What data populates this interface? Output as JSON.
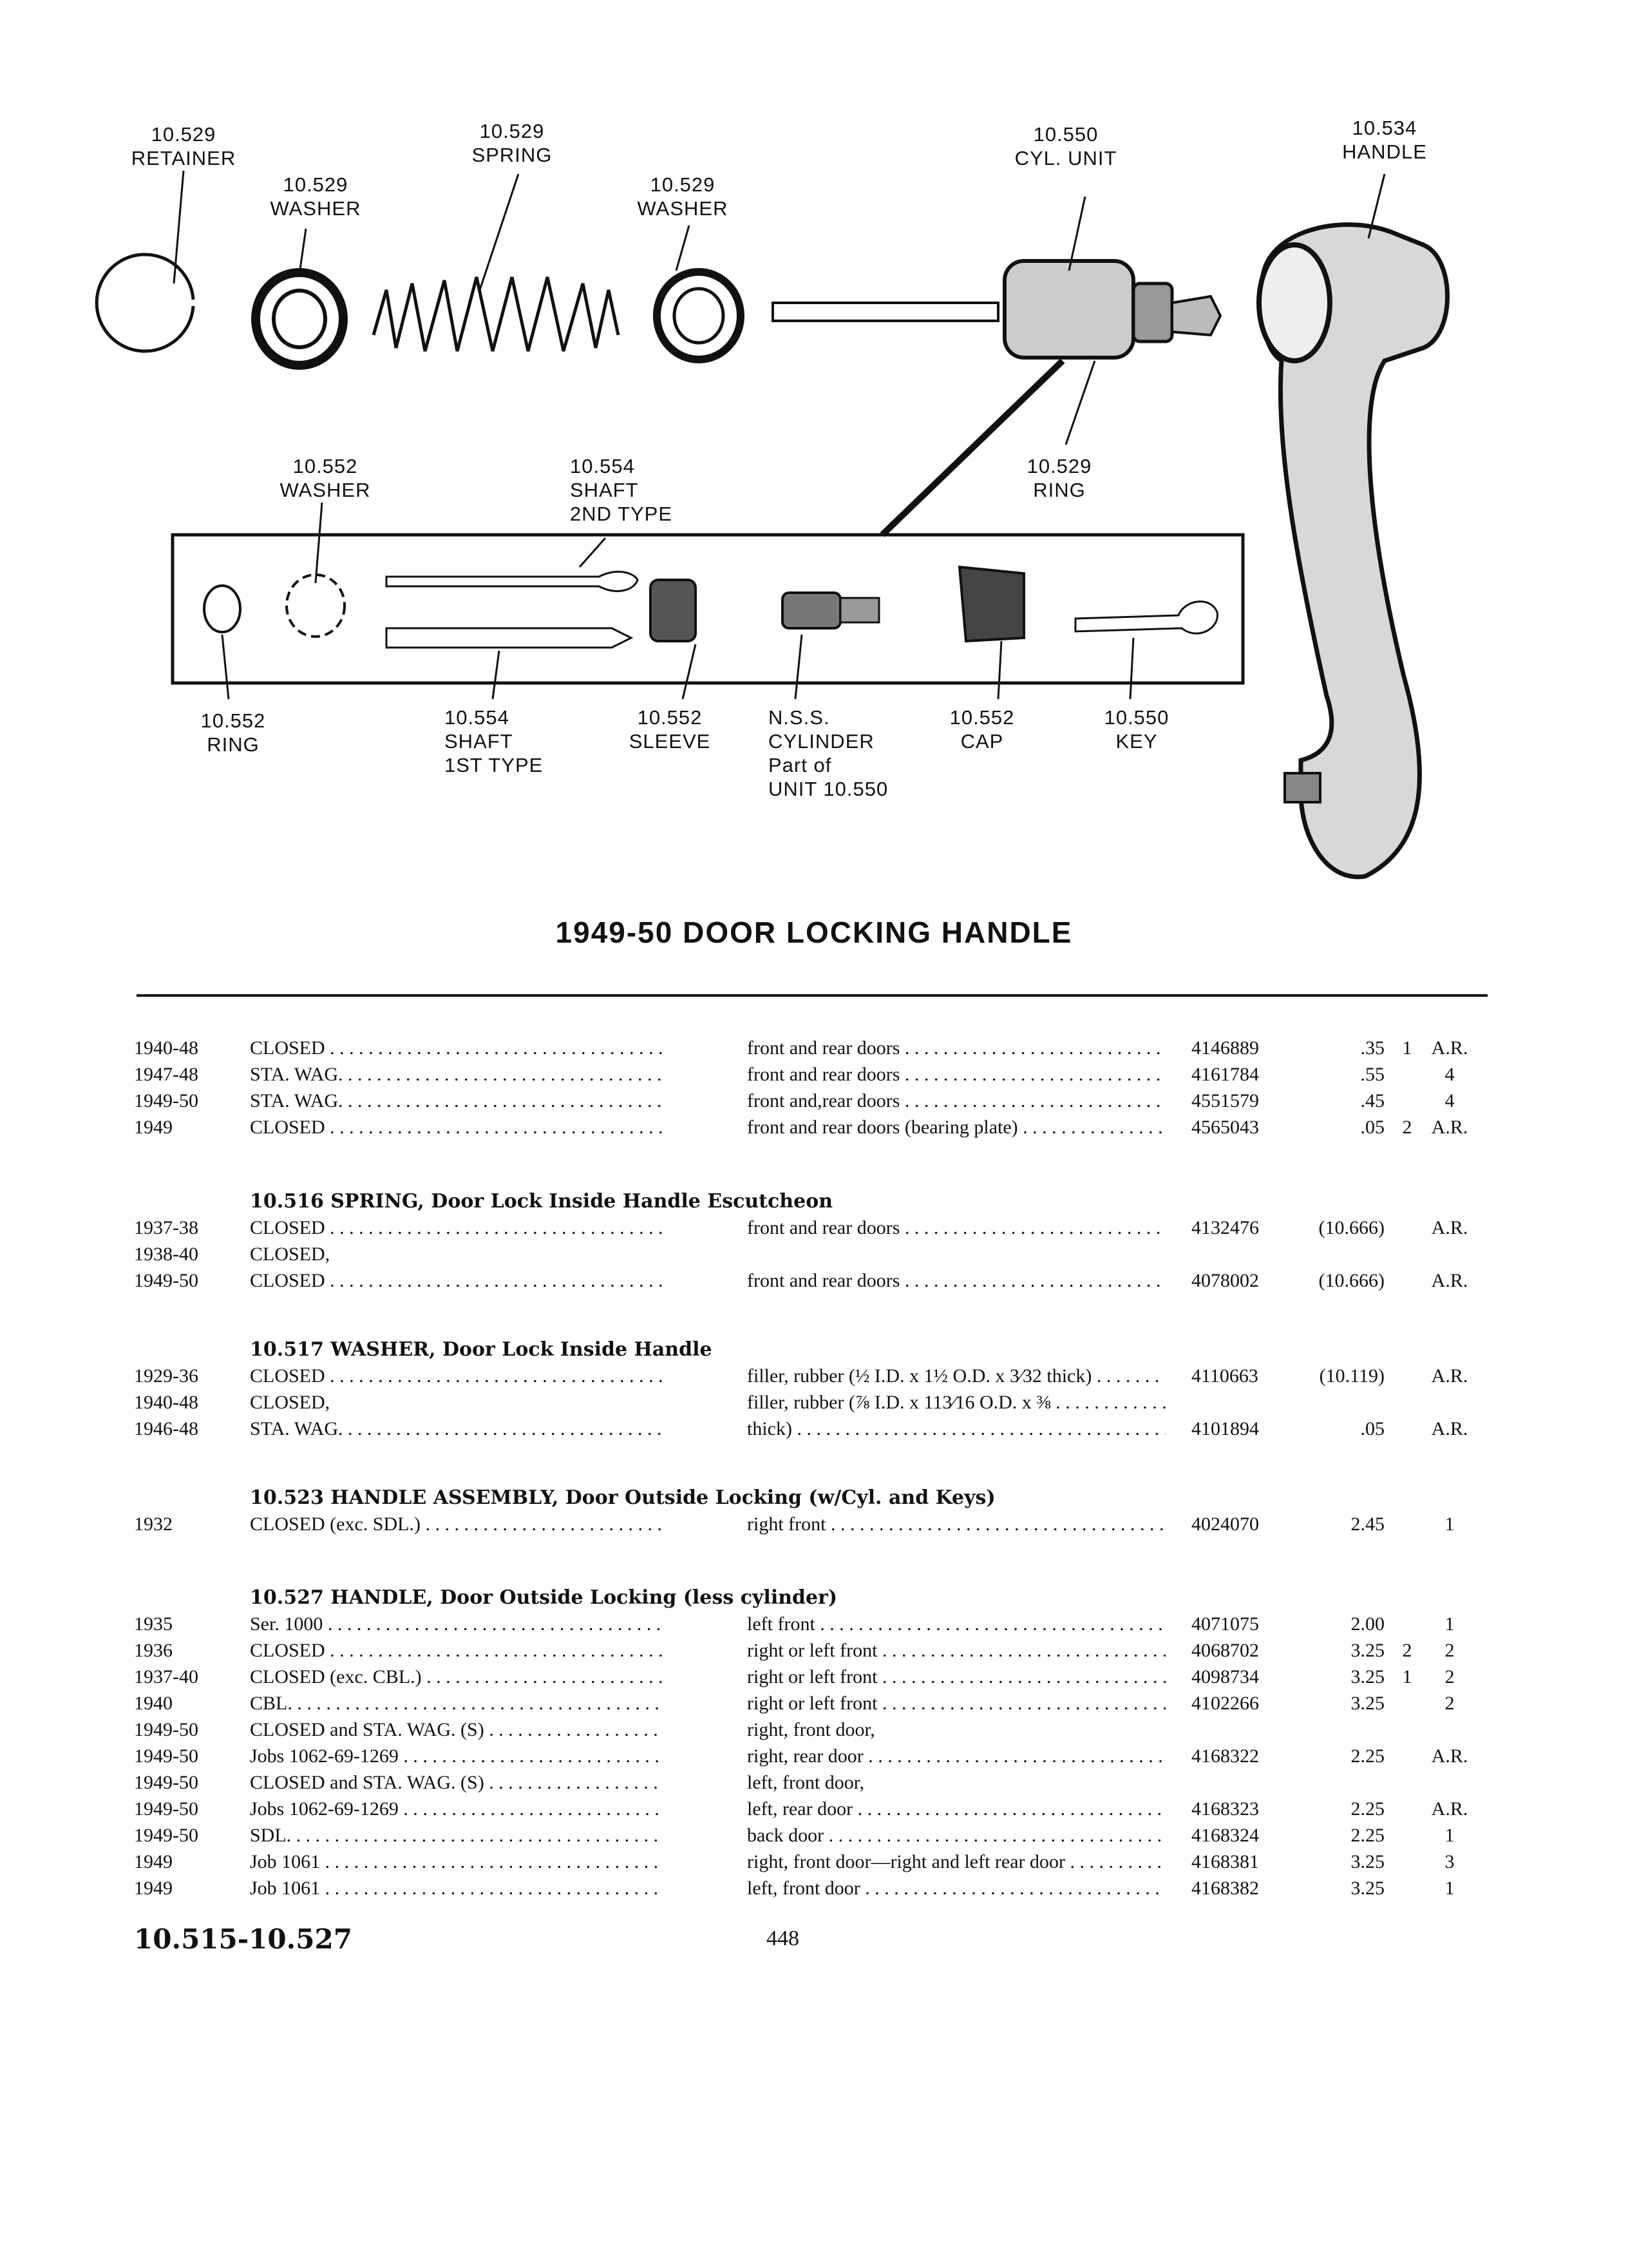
{
  "diagram": {
    "title": "1949-50 DOOR LOCKING HANDLE",
    "labels": [
      {
        "id": "retainer",
        "text": "10.529\nRETAINER"
      },
      {
        "id": "washer1",
        "text": "10.529\nWASHER"
      },
      {
        "id": "spring",
        "text": "10.529\nSPRING"
      },
      {
        "id": "washer2",
        "text": "10.529\nWASHER"
      },
      {
        "id": "cyl_unit",
        "text": "10.550\nCYL. UNIT"
      },
      {
        "id": "handle",
        "text": "10.534\nHANDLE"
      },
      {
        "id": "washer552",
        "text": "10.552\nWASHER"
      },
      {
        "id": "shaft2",
        "text": "10.554\nSHAFT\n2ND TYPE"
      },
      {
        "id": "ring529",
        "text": "10.529\nRING"
      },
      {
        "id": "ring552",
        "text": "10.552\nRING"
      },
      {
        "id": "shaft1",
        "text": "10.554\nSHAFT\n1ST TYPE"
      },
      {
        "id": "sleeve",
        "text": "10.552\nSLEEVE"
      },
      {
        "id": "cylinder",
        "text": "N.S.S.\nCYLINDER\nPart of\nUNIT 10.550"
      },
      {
        "id": "cap",
        "text": "10.552\nCAP"
      },
      {
        "id": "key",
        "text": "10.550\nKEY"
      }
    ]
  },
  "sections": [
    {
      "header": "",
      "rows": [
        {
          "year": "1940-48",
          "model": "CLOSED",
          "desc": "front and rear doors",
          "part": "4146889",
          "price": ".35",
          "q1": "1",
          "q2": "A.R."
        },
        {
          "year": "1947-48",
          "model": "STA. WAG.",
          "desc": "front and rear doors",
          "part": "4161784",
          "price": ".55",
          "q1": "",
          "q2": "4"
        },
        {
          "year": "1949-50",
          "model": "STA. WAG.",
          "desc": "front and,rear doors",
          "part": "4551579",
          "price": ".45",
          "q1": "",
          "q2": "4"
        },
        {
          "year": "1949",
          "model": "CLOSED",
          "desc": "front and rear doors (bearing plate)",
          "part": "4565043",
          "price": ".05",
          "q1": "2",
          "q2": "A.R."
        }
      ]
    },
    {
      "header": "10.516  SPRING, Door Lock Inside Handle Escutcheon",
      "rows": [
        {
          "year": "1937-38",
          "model": "CLOSED",
          "desc": "front and rear doors",
          "part": "4132476",
          "price": "(10.666)",
          "q1": "",
          "q2": "A.R."
        },
        {
          "year": "1938-40",
          "model": "CLOSED,",
          "desc": "",
          "part": "",
          "price": "",
          "q1": "",
          "q2": ""
        },
        {
          "year": "1949-50",
          "model": "CLOSED",
          "desc": "front and rear doors",
          "part": "4078002",
          "price": "(10.666)",
          "q1": "",
          "q2": "A.R."
        }
      ]
    },
    {
      "header": "10.517  WASHER, Door Lock Inside Handle",
      "rows": [
        {
          "year": "1929-36",
          "model": "CLOSED",
          "desc": "filler, rubber (½ I.D. x 1½ O.D. x 3⁄32 thick)",
          "part": "4110663",
          "price": "(10.119)",
          "q1": "",
          "q2": "A.R."
        },
        {
          "year": "1940-48",
          "model": "CLOSED,",
          "desc": "filler, rubber (⅞ I.D. x 113⁄16 O.D. x ⅜",
          "part": "",
          "price": "",
          "q1": "",
          "q2": ""
        },
        {
          "year": "1946-48",
          "model": "STA. WAG.",
          "desc": "  thick)",
          "part": "4101894",
          "price": ".05",
          "q1": "",
          "q2": "A.R."
        }
      ]
    },
    {
      "header": "10.523  HANDLE ASSEMBLY, Door Outside Locking (w/Cyl. and Keys)",
      "rows": [
        {
          "year": "1932",
          "model": "CLOSED (exc. SDL.)",
          "desc": "right front",
          "part": "4024070",
          "price": "2.45",
          "q1": "",
          "q2": "1"
        }
      ]
    },
    {
      "header": "10.527  HANDLE, Door Outside Locking (less cylinder)",
      "rows": [
        {
          "year": "1935",
          "model": "Ser. 1000",
          "desc": "left front",
          "part": "4071075",
          "price": "2.00",
          "q1": "",
          "q2": "1"
        },
        {
          "year": "1936",
          "model": "CLOSED",
          "desc": "right or left front",
          "part": "4068702",
          "price": "3.25",
          "q1": "2",
          "q2": "2"
        },
        {
          "year": "1937-40",
          "model": "CLOSED (exc. CBL.)",
          "desc": "right or left front",
          "part": "4098734",
          "price": "3.25",
          "q1": "1",
          "q2": "2"
        },
        {
          "year": "1940",
          "model": "CBL.",
          "desc": "right or left front",
          "part": "4102266",
          "price": "3.25",
          "q1": "",
          "q2": "2"
        },
        {
          "year": "1949-50",
          "model": "CLOSED and STA. WAG. (S)",
          "desc": "right, front door,",
          "part": "",
          "price": "",
          "q1": "",
          "q2": ""
        },
        {
          "year": "1949-50",
          "model": "Jobs 1062-69-1269",
          "desc": "right, rear door",
          "part": "4168322",
          "price": "2.25",
          "q1": "",
          "q2": "A.R."
        },
        {
          "year": "1949-50",
          "model": "CLOSED and STA. WAG. (S)",
          "desc": "left, front door,",
          "part": "",
          "price": "",
          "q1": "",
          "q2": ""
        },
        {
          "year": "1949-50",
          "model": "Jobs 1062-69-1269",
          "desc": "left, rear door",
          "part": "4168323",
          "price": "2.25",
          "q1": "",
          "q2": "A.R."
        },
        {
          "year": "1949-50",
          "model": "SDL.",
          "desc": "back door",
          "part": "4168324",
          "price": "2.25",
          "q1": "",
          "q2": "1"
        },
        {
          "year": "1949",
          "model": "Job 1061",
          "desc": "right, front door—right and left rear door",
          "part": "4168381",
          "price": "3.25",
          "q1": "",
          "q2": "3"
        },
        {
          "year": "1949",
          "model": "Job 1061",
          "desc": "left, front door",
          "part": "4168382",
          "price": "3.25",
          "q1": "",
          "q2": "1"
        }
      ]
    }
  ],
  "footer": {
    "section_range": "10.515-10.527",
    "page_number": "448"
  }
}
